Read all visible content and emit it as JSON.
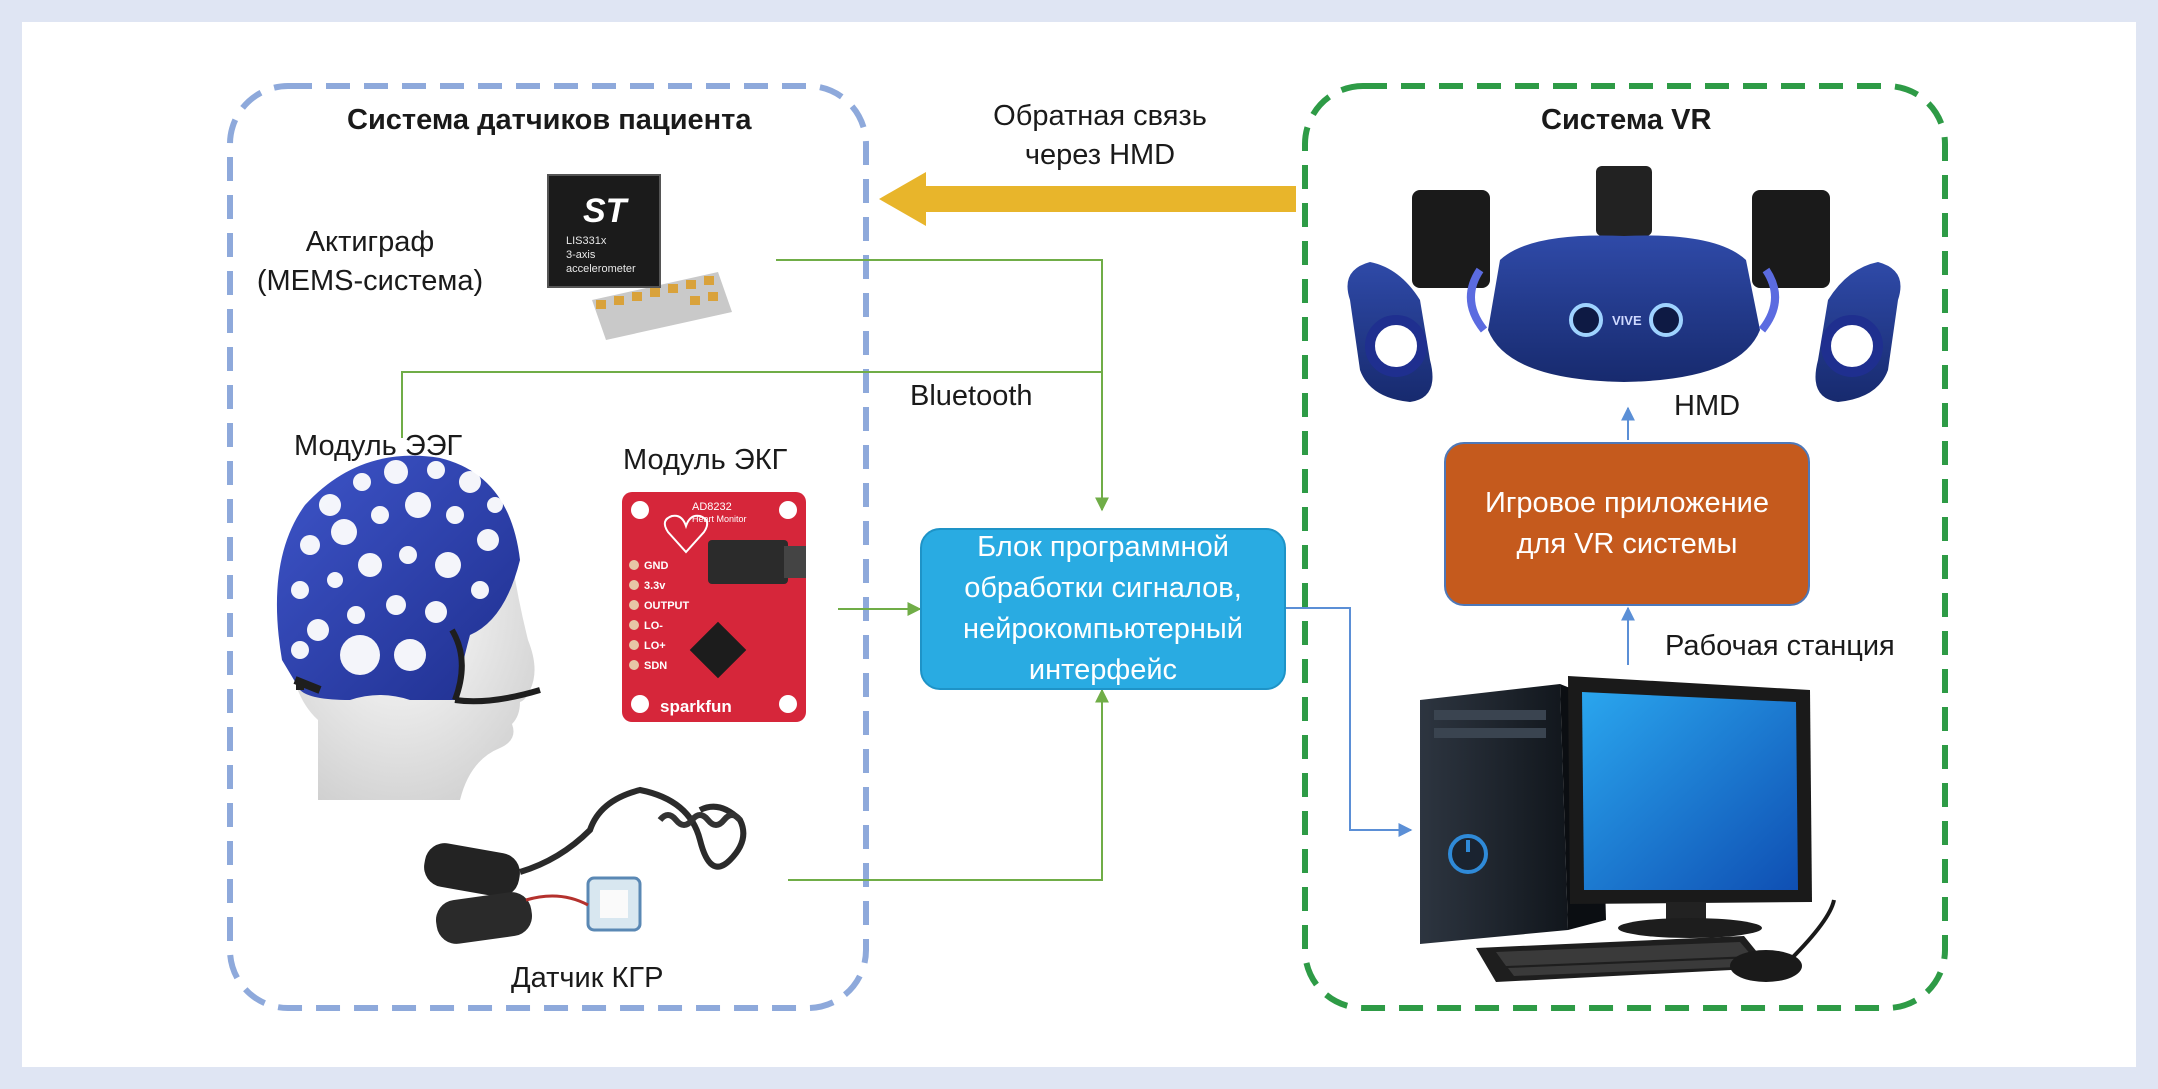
{
  "groups": {
    "patient": {
      "title": "Система датчиков пациента",
      "border_color": "#8ea9db"
    },
    "vr": {
      "title": "Система VR",
      "border_color": "#2e9b46"
    }
  },
  "feedback": {
    "line1": "Обратная связь",
    "line2": "через HMD",
    "arrow_color": "#e8b52b"
  },
  "sensors": {
    "actigraph": {
      "line1": "Актиграф",
      "line2": "(MEMS-система)",
      "chip_lines": [
        "LIS331x",
        "3-axis",
        "accelerometer"
      ]
    },
    "eeg": {
      "label": "Модуль ЭЭГ"
    },
    "ecg": {
      "label": "Модуль ЭКГ",
      "board_pins": [
        "GND",
        "3.3v",
        "OUTPUT",
        "LO-",
        "LO+",
        "SDN"
      ],
      "brand": "sparkfun",
      "chip_name": "AD8232",
      "chip_sub": "Heart Monitor"
    },
    "gsr": {
      "label": "Датчик КГР"
    }
  },
  "link": {
    "label": "Bluetooth"
  },
  "processing": {
    "lines": [
      "Блок программной",
      "обработки сигналов,",
      "нейрокомпьютерный",
      "интерфейс"
    ],
    "fill": "#29abe2"
  },
  "vr_system": {
    "hmd_label": "HMD",
    "headset_brand": "VIVE",
    "app": {
      "lines": [
        "Игровое приложение",
        "для VR системы"
      ],
      "fill": "#c55a1d"
    },
    "workstation_label": "Рабочая станция"
  }
}
